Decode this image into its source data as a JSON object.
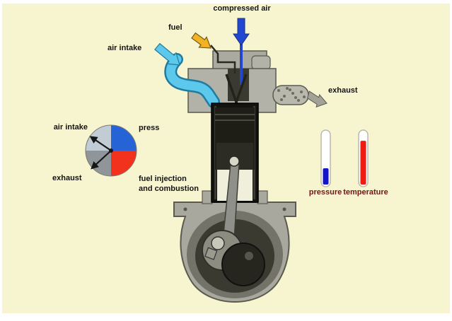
{
  "colors": {
    "background": "#f7f5cf",
    "pie_air_intake": "#c2ccd4",
    "pie_press": "#2563d6",
    "pie_exhaust": "#8f9598",
    "pie_fuel": "#f2321c",
    "gauge_pressure_fill": "#1414cc",
    "gauge_temperature_fill": "#ee1c10",
    "arrow_compressed_air": "#2147d0",
    "arrow_fuel": "#f2b225",
    "arrow_air_intake": "#5cc8ec",
    "arrow_exhaust": "#a2a296"
  },
  "engine_labels": {
    "compressed_air": "compressed air",
    "fuel": "fuel",
    "air_intake": "air intake",
    "exhaust": "exhaust"
  },
  "cycle_wheel": {
    "type": "pie",
    "slices": [
      {
        "label": "air intake",
        "position": "top-left",
        "color_key": "pie_air_intake"
      },
      {
        "label": "press",
        "position": "top-right",
        "color_key": "pie_press"
      },
      {
        "label": "fuel injection and combustion",
        "position": "bottom-right",
        "color_key": "pie_fuel"
      },
      {
        "label": "exhaust",
        "position": "bottom-left",
        "color_key": "pie_exhaust"
      }
    ],
    "labels": {
      "air_intake": "air intake",
      "press": "press",
      "exhaust": "exhaust",
      "fuel_injection_line1": "fuel injection",
      "fuel_injection_line2": "and combustion"
    }
  },
  "gauges": {
    "pressure": {
      "label": "pressure",
      "level_pct": 32
    },
    "temperature": {
      "label": "temperature",
      "level_pct": 86
    }
  }
}
